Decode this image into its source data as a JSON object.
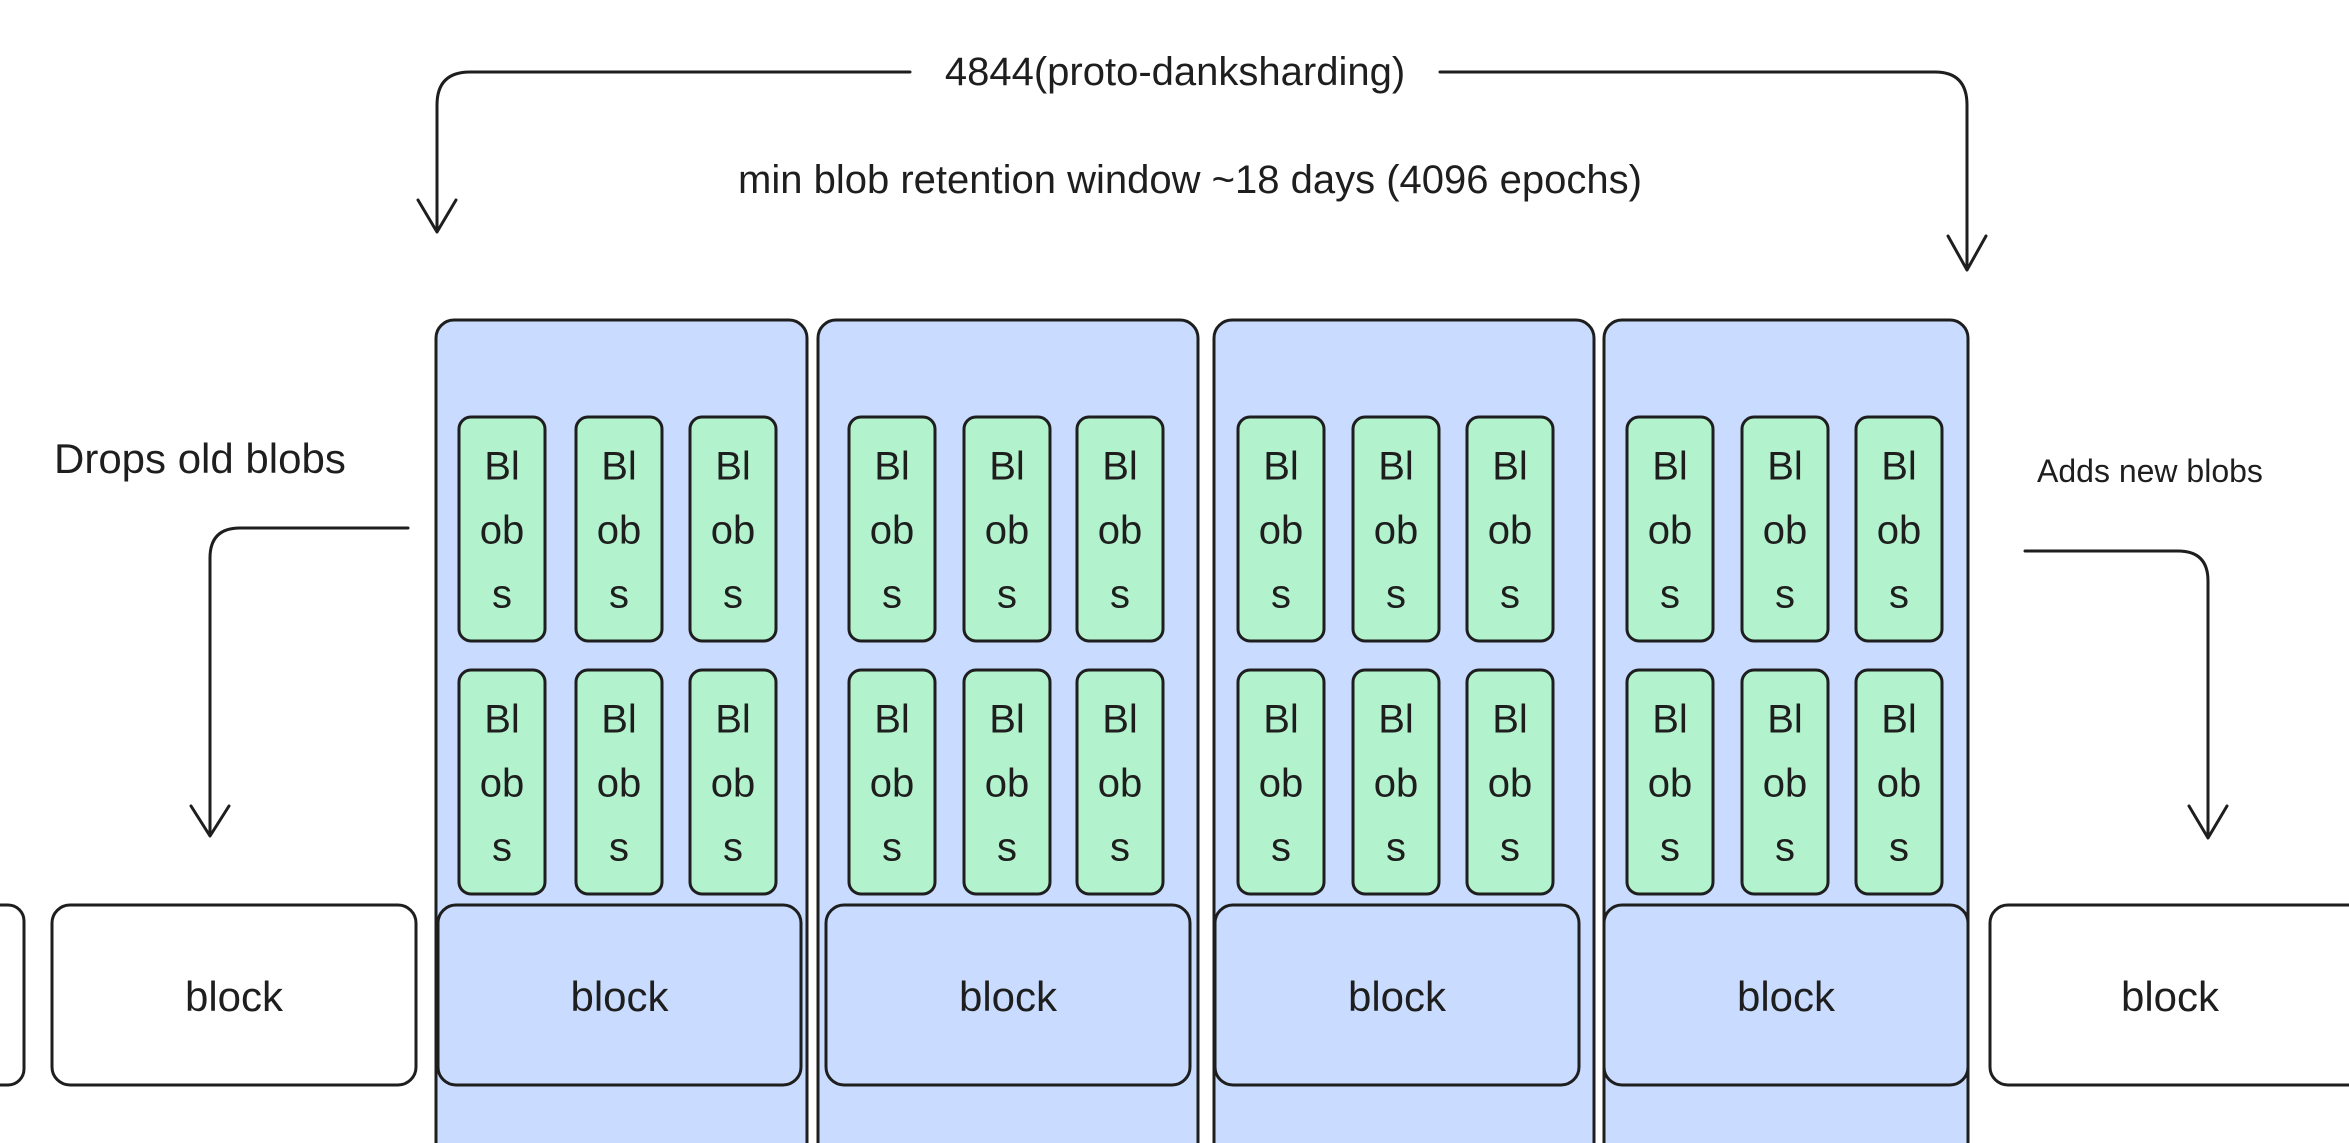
{
  "header": {
    "bracket_label": "4844(proto-danksharding)",
    "retention_label": "min blob retention window ~18 days (4096 epochs)"
  },
  "side_labels": {
    "drops": "Drops old blobs",
    "adds": "Adds new blobs"
  },
  "blob_label_lines": [
    "Bl",
    "ob",
    "s"
  ],
  "block_label": "block",
  "colors": {
    "column_fill": "#c9dcff",
    "blob_fill": "#b2f2cc",
    "stroke": "#1e1e1e",
    "background": "#ffffff"
  }
}
